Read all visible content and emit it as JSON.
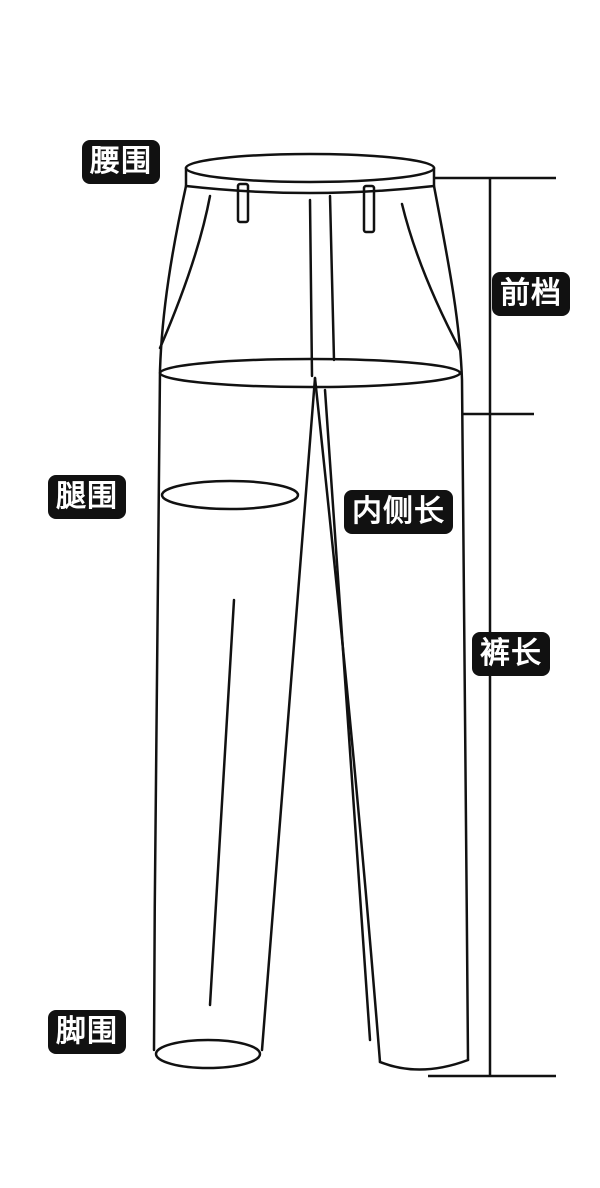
{
  "labels": {
    "waist": "腰围",
    "thigh": "腿围",
    "inseam": "内侧长",
    "front_rise": "前档",
    "pants_length": "裤长",
    "hem": "脚围"
  },
  "colors": {
    "line": "#111111",
    "label_bg": "#111111",
    "label_text": "#ffffff",
    "background": "#ffffff"
  }
}
